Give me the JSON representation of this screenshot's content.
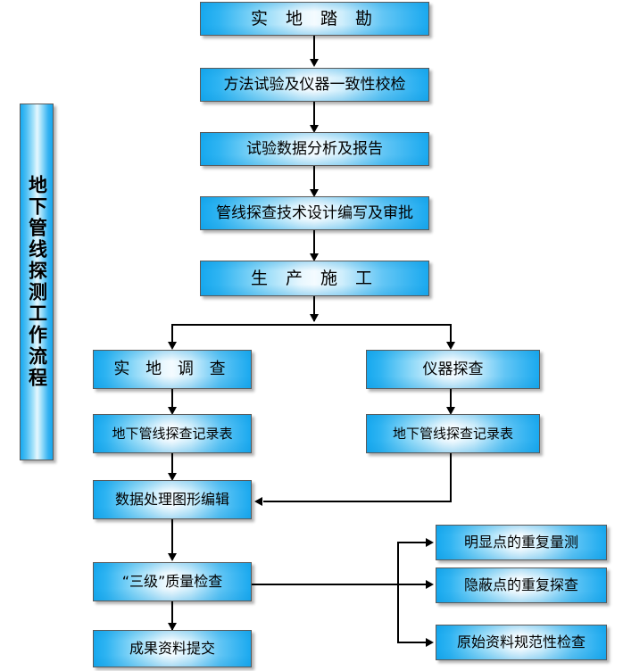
{
  "diagram": {
    "title": "地下管线探测工作流程",
    "banner": {
      "text": "地下管线探测工作流程"
    },
    "nodes": {
      "site_survey": "实 地 踏 勘",
      "method_test": "方法试验及仪器一致性校检",
      "data_analysis": "试验数据分析及报告",
      "tech_design": "管线探查技术设计编写及审批",
      "production": "生 产 施 工",
      "field_investigation": "实 地 调 查",
      "instrument_detection": "仪器探查",
      "record_table_left": "地下管线探查记录表",
      "record_table_right": "地下管线探查记录表",
      "data_processing": "数据处理图形编辑",
      "quality_check": "“三级”质量检查",
      "result_submission": "成果资料提交",
      "repeat_measure_obvious": "明显点的重复量测",
      "repeat_detect_hidden": "隐蔽点的重复探查",
      "raw_data_standard_check": "原始资料规范性检查"
    },
    "colors": {
      "box_fill_edge": "#17a9ef",
      "box_fill_center": "#f4fbff",
      "box_border": "#5a5a5a",
      "connector": "#000000",
      "background": "#ffffff"
    }
  }
}
